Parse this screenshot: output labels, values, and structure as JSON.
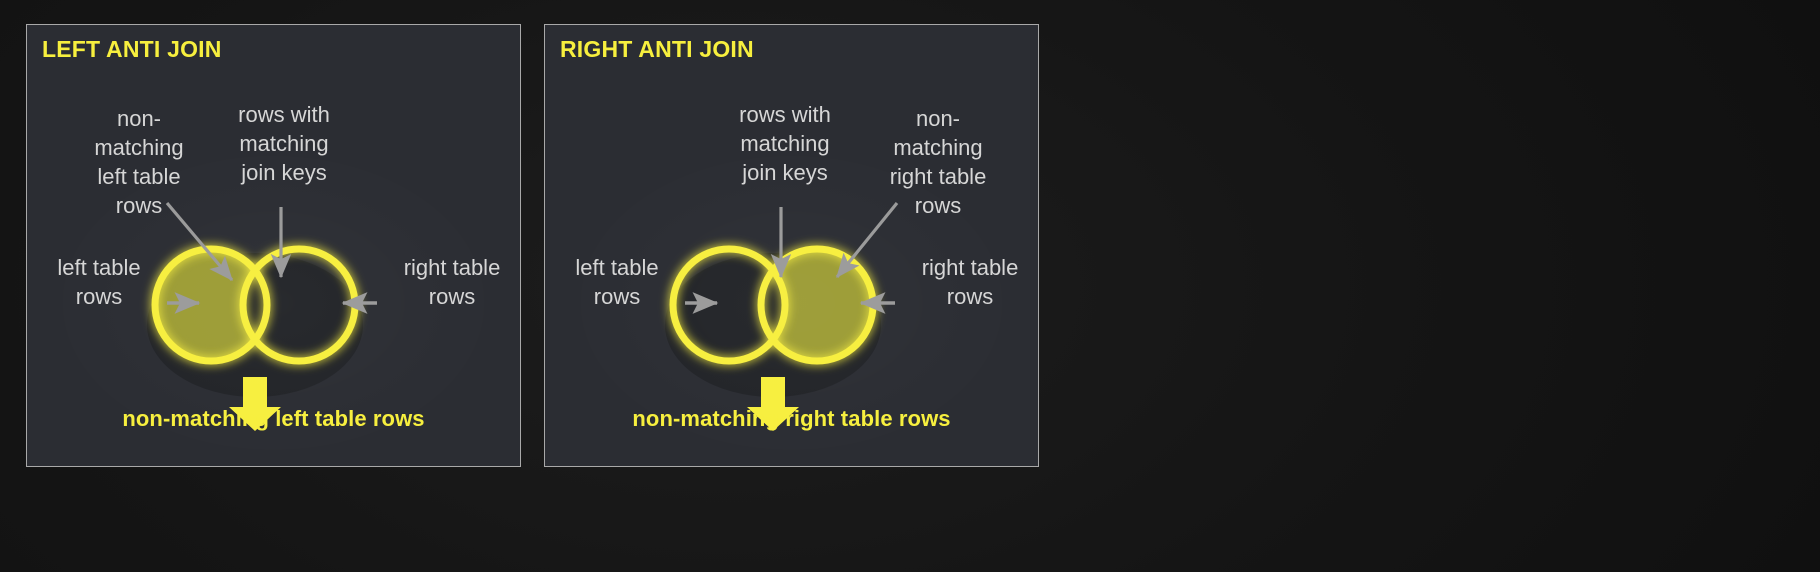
{
  "background": {
    "page_color": "#141414",
    "panel_color": "#2b2d33",
    "panel_border_color": "#a9a9a9"
  },
  "colors": {
    "accent_yellow": "#f7ef3e",
    "fill_olive": "#a3a336",
    "label_gray": "#d6d6d6",
    "arrow_gray": "#9a9a9a"
  },
  "panels": [
    {
      "id": "left-anti-join",
      "title": "LEFT ANTI JOIN",
      "highlight": "left-circle-only",
      "labels": {
        "non_matching": "non-\nmatching\nleft table\nrows",
        "matching_keys": "rows with\nmatching\njoin keys",
        "left_table": "left table\nrows",
        "right_table": "right table\nrows"
      },
      "result_caption": "non-matching left table rows"
    },
    {
      "id": "right-anti-join",
      "title": "RIGHT ANTI JOIN",
      "highlight": "right-circle-only",
      "labels": {
        "non_matching": "non-\nmatching\nright table\nrows",
        "matching_keys": "rows with\nmatching\njoin keys",
        "left_table": "left table\nrows",
        "right_table": "right table\nrows"
      },
      "result_caption": "non-matching right table rows"
    }
  ]
}
